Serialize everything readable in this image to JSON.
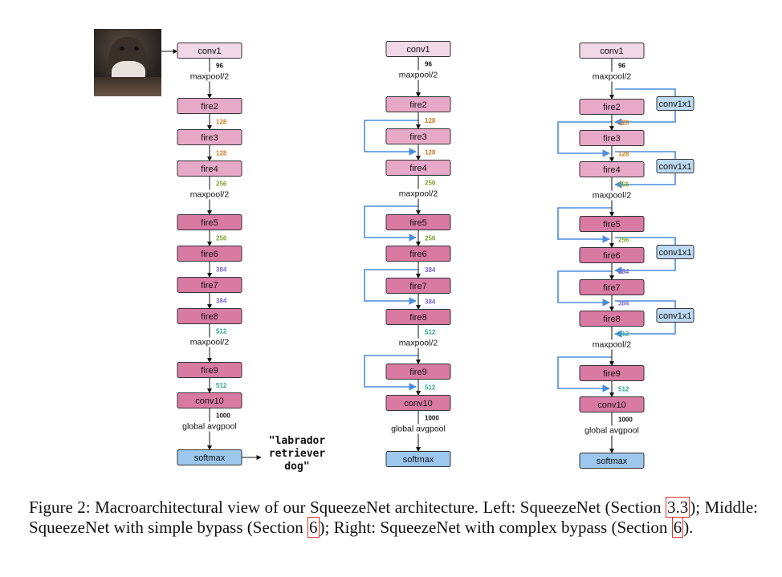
{
  "output_label": [
    "\"labrador",
    "retriever",
    "dog\""
  ],
  "colors": {
    "light": "#f2d7e6",
    "mid": "#e8a9c8",
    "dark": "#d97aa3",
    "softmax": "#9cc8ee",
    "conv1x1": "#bcd9f3",
    "bypass": "#4a8de0",
    "arrow": "#111111",
    "ann_orange": "#d27a1e",
    "ann_green": "#7aa528",
    "ann_purple": "#7b62d6",
    "ann_teal": "#2aa78e"
  },
  "nodes": [
    "conv1",
    "fire2",
    "fire3",
    "fire4",
    "fire5",
    "fire6",
    "fire7",
    "fire8",
    "fire9",
    "conv10",
    "softmax"
  ],
  "conv1x1_label": "conv1x1",
  "pools": {
    "max": "maxpool/2",
    "global": "global avgpool"
  },
  "annotations": [
    "96",
    "128",
    "128",
    "256",
    "256",
    "384",
    "384",
    "512",
    "512",
    "1000"
  ],
  "caption": {
    "part1": "Figure 2: Macroarchitectural view of our SqueezeNet architecture. Left: SqueezeNet (Section ",
    "ref1": "3.3",
    "part2": "); Middle: SqueezeNet with simple bypass (Section ",
    "ref2": "6",
    "part3": "); Right: SqueezeNet with complex bypass (Section ",
    "ref3": "6",
    "part4": ")."
  }
}
